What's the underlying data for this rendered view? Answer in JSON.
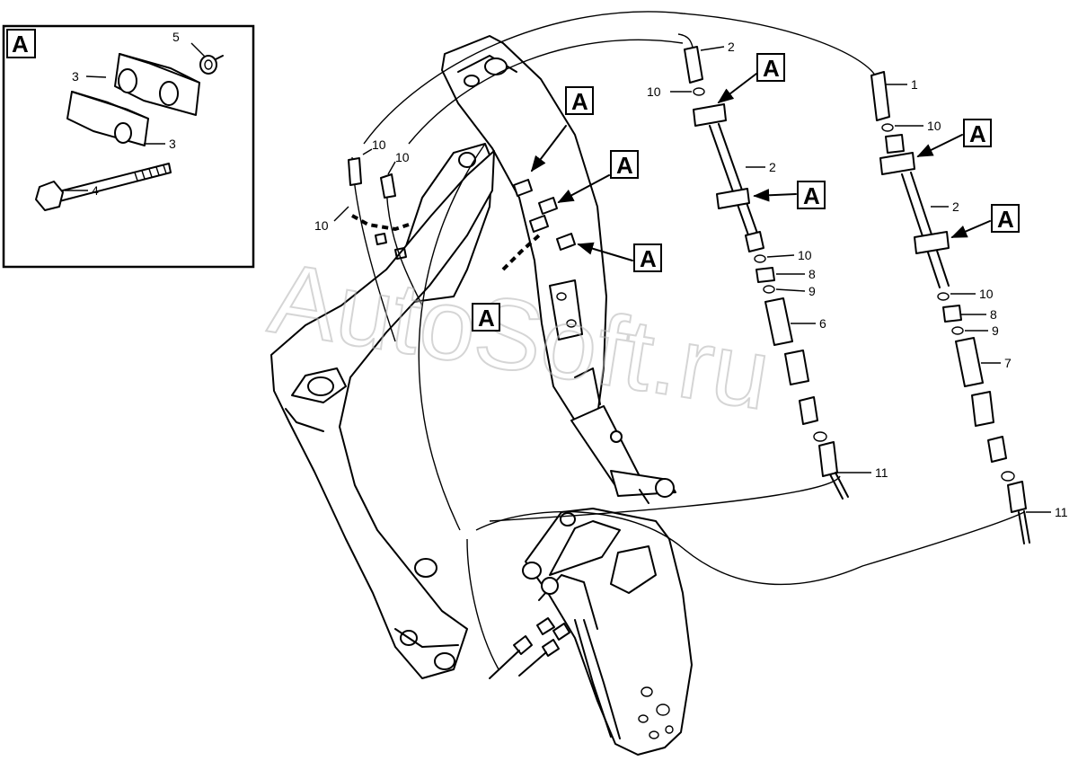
{
  "detail_ref": "A",
  "watermark": "AutoSoft.ru",
  "labels": {
    "n1": "1",
    "n2a": "2",
    "n2b": "2",
    "n2c": "2",
    "n3a": "3",
    "n3b": "3",
    "n4": "4",
    "n5": "5",
    "n6": "6",
    "n7": "7",
    "n8a": "8",
    "n8b": "8",
    "n9a": "9",
    "n9b": "9",
    "n10a": "10",
    "n10b": "10",
    "n10c": "10",
    "n10d": "10",
    "n10e": "10",
    "n10f": "10",
    "n10g": "10",
    "n11a": "11",
    "n11b": "11"
  },
  "callouts": [
    "A",
    "A",
    "A",
    "A",
    "A",
    "A",
    "A",
    "A"
  ]
}
